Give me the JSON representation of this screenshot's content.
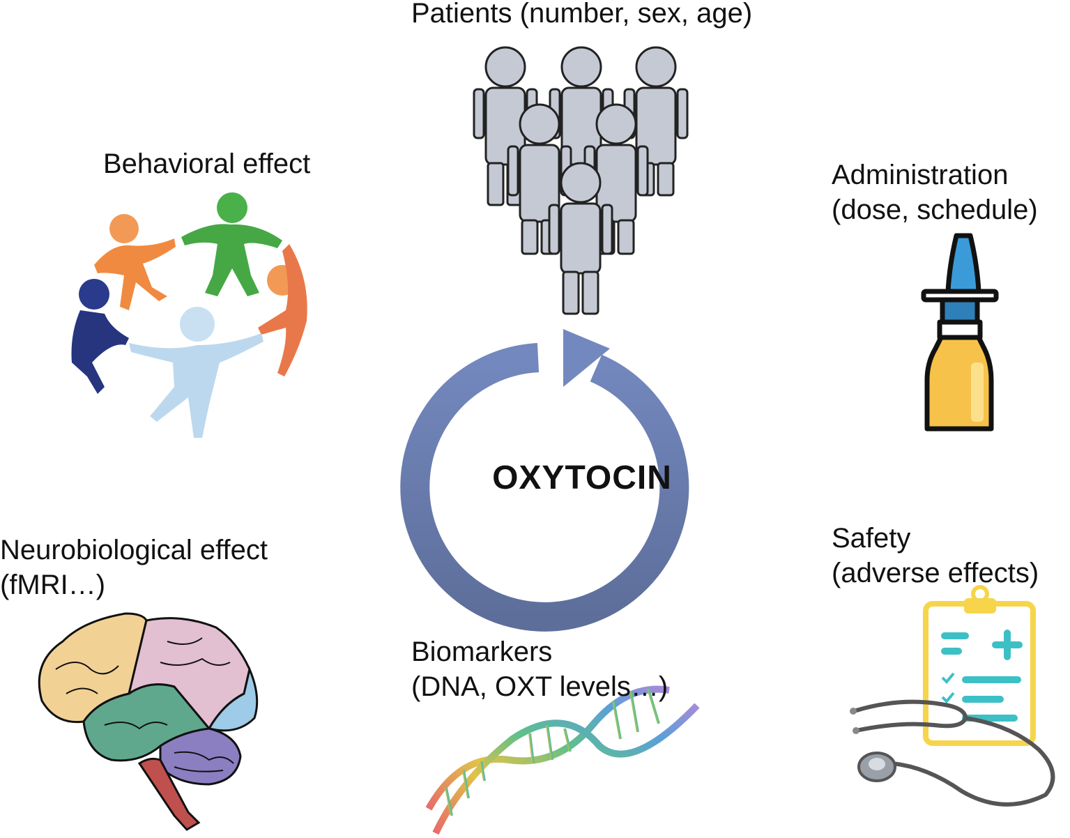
{
  "center": {
    "label": "OXYTOCIN"
  },
  "nodes": {
    "patients": {
      "line1": "Patients (number, sex, age)"
    },
    "behavioral": {
      "line1": "Behavioral effect"
    },
    "administration": {
      "line1": "Administration",
      "line2": "(dose, schedule)"
    },
    "neurobiological": {
      "line1": "Neurobiological effect",
      "line2": "(fMRI…)"
    },
    "safety": {
      "line1": "Safety",
      "line2": "(adverse effects)"
    },
    "biomarkers": {
      "line1": "Biomarkers",
      "line2": "(DNA, OXT levels…)"
    }
  },
  "icons": {
    "patients": "people-group-icon",
    "behavioral": "people-circle-icon",
    "administration": "nasal-spray-icon",
    "neurobiological": "brain-icon",
    "safety": "clipboard-stethoscope-icon",
    "biomarkers": "dna-helix-icon"
  },
  "colors": {
    "cycle": "#6b7eb0",
    "person": "#c4c9d4",
    "spray_tip": "#3a9bd8",
    "spray_bottle": "#f7c24a",
    "clipboard": "#f7d54a",
    "teal": "#3cc0c6"
  }
}
